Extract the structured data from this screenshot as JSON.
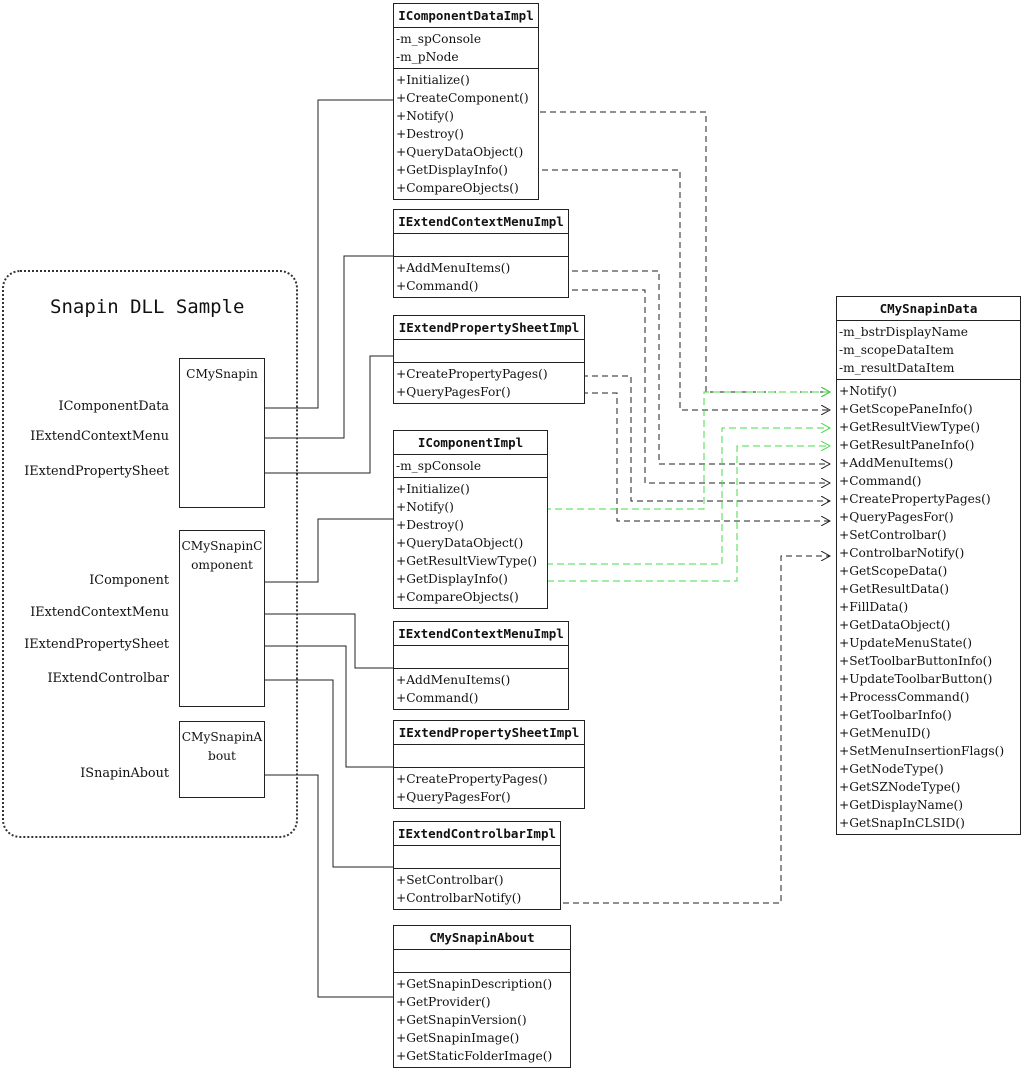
{
  "package": {
    "title": "Snapin DLL Sample"
  },
  "components": [
    {
      "name_lines": [
        "CMySnapin"
      ],
      "interfaces": [
        "IComponentData",
        "IExtendContextMenu",
        "IExtendPropertySheet"
      ]
    },
    {
      "name_lines": [
        "CMySnapinC",
        "omponent"
      ],
      "interfaces": [
        "IComponent",
        "IExtendContextMenu",
        "IExtendPropertySheet",
        "IExtendControlbar"
      ]
    },
    {
      "name_lines": [
        "CMySnapinA",
        "bout"
      ],
      "interfaces": [
        "ISnapinAbout"
      ]
    }
  ],
  "classes": [
    {
      "title": "IComponentDataImpl",
      "attributes": [
        "-m_spConsole",
        "-m_pNode"
      ],
      "operations": [
        "+Initialize()",
        "+CreateComponent()",
        "+Notify()",
        "+Destroy()",
        "+QueryDataObject()",
        "+GetDisplayInfo()",
        "+CompareObjects()"
      ]
    },
    {
      "title": "IExtendContextMenuImpl",
      "attributes": [],
      "operations": [
        "+AddMenuItems()",
        "+Command()"
      ]
    },
    {
      "title": "IExtendPropertySheetImpl",
      "attributes": [],
      "operations": [
        "+CreatePropertyPages()",
        "+QueryPagesFor()"
      ]
    },
    {
      "title": "IComponentImpl",
      "attributes": [
        "-m_spConsole"
      ],
      "operations": [
        "+Initialize()",
        "+Notify()",
        "+Destroy()",
        "+QueryDataObject()",
        "+GetResultViewType()",
        "+GetDisplayInfo()",
        "+CompareObjects()"
      ]
    },
    {
      "title": "IExtendContextMenuImpl",
      "attributes": [],
      "operations": [
        "+AddMenuItems()",
        "+Command()"
      ]
    },
    {
      "title": "IExtendPropertySheetImpl",
      "attributes": [],
      "operations": [
        "+CreatePropertyPages()",
        "+QueryPagesFor()"
      ]
    },
    {
      "title": "IExtendControlbarImpl",
      "attributes": [],
      "operations": [
        "+SetControlbar()",
        "+ControlbarNotify()"
      ]
    },
    {
      "title": "CMySnapinAbout",
      "attributes": [],
      "operations": [
        "+GetSnapinDescription()",
        "+GetProvider()",
        "+GetSnapinVersion()",
        "+GetSnapinImage()",
        "+GetStaticFolderImage()"
      ]
    },
    {
      "title": "CMySnapinData",
      "attributes": [
        "-m_bstrDisplayName",
        "-m_scopeDataItem",
        "-m_resultDataItem"
      ],
      "operations": [
        "+Notify()",
        "+GetScopePaneInfo()",
        "+GetResultViewType()",
        "+GetResultPaneInfo()",
        "+AddMenuItems()",
        "+Command()",
        "+CreatePropertyPages()",
        "+QueryPagesFor()",
        "+SetControlbar()",
        "+ControlbarNotify()",
        "+GetScopeData()",
        "+GetResultData()",
        "+FillData()",
        "+GetDataObject()",
        "+UpdateMenuState()",
        "+SetToolbarButtonInfo()",
        "+UpdateToolbarButton()",
        "+ProcessCommand()",
        "+GetToolbarInfo()",
        "+GetMenuID()",
        "+SetMenuInsertionFlags()",
        "+GetNodeType()",
        "+GetSZNodeType()",
        "+GetDisplayName()",
        "+GetSnapInCLSID()"
      ]
    }
  ],
  "colors": {
    "line": "#222222",
    "green": "#44dd44"
  }
}
